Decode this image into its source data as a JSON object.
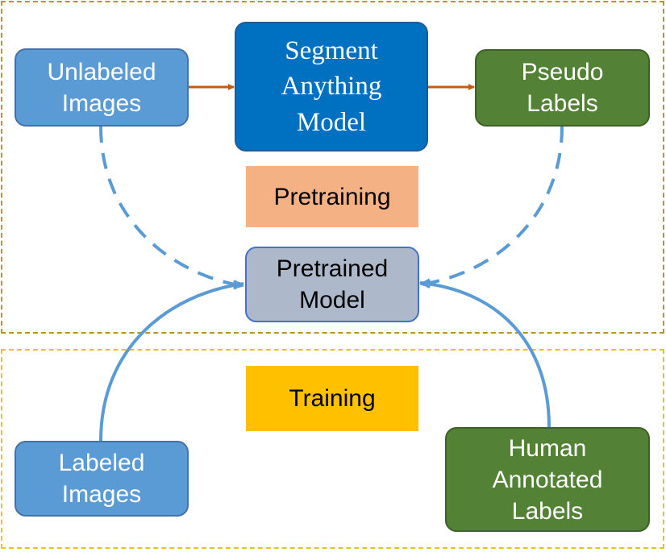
{
  "nodes": {
    "unlabeled_images": "Unlabeled\nImages",
    "sam": "Segment\nAnything\nModel",
    "pseudo_labels": "Pseudo\nLabels",
    "pretrained_model": "Pretrained\nModel",
    "labeled_images": "Labeled\nImages",
    "human_labels": "Human\nAnnotated\nLabels"
  },
  "stages": {
    "pretraining": "Pretraining",
    "training": "Training"
  },
  "colors": {
    "pretraining_region_border": "#b8961e",
    "training_region_border": "#e5c321",
    "orange_arrow": "#c55a11",
    "blue_connector": "#5b9bd5"
  }
}
